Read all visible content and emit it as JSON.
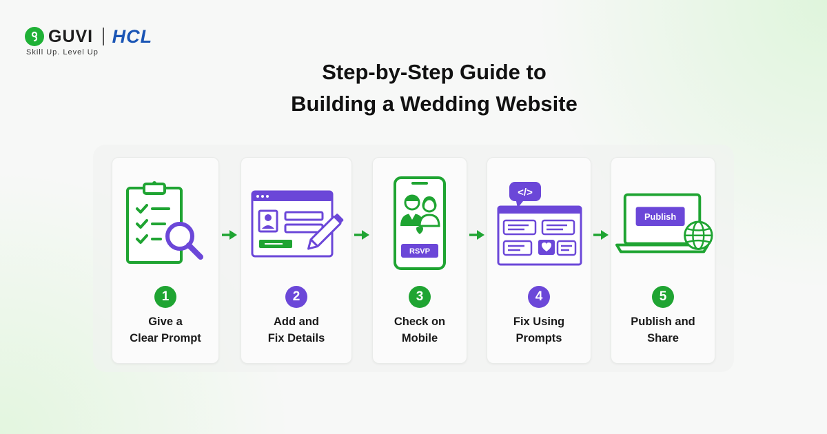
{
  "brand": {
    "guvi": "GUVI",
    "hcl": "HCL",
    "tagline": "Skill Up. Level Up"
  },
  "title": {
    "line1": "Step-by-Step Guide to",
    "line2": "Building a Wedding Website"
  },
  "steps": [
    {
      "number": "1",
      "line1": "Give a",
      "line2": "Clear Prompt",
      "badge_color": "#1fa432",
      "icon": "clipboard-search-icon"
    },
    {
      "number": "2",
      "line1": "Add and",
      "line2": "Fix Details",
      "badge_color": "#6b47d8",
      "icon": "form-edit-icon"
    },
    {
      "number": "3",
      "line1": "Check on",
      "line2": "Mobile",
      "badge_color": "#1fa432",
      "icon": "mobile-rsvp-icon",
      "rsvp": "RSVP"
    },
    {
      "number": "4",
      "line1": "Fix Using",
      "line2": "Prompts",
      "badge_color": "#6b47d8",
      "icon": "code-chat-icon",
      "code": "</>"
    },
    {
      "number": "5",
      "line1": "Publish and",
      "line2": "Share",
      "badge_color": "#1fa432",
      "icon": "laptop-globe-icon",
      "button": "Publish"
    }
  ],
  "colors": {
    "green": "#1fa432",
    "purple": "#6b47d8",
    "arrow": "#1fa432"
  }
}
